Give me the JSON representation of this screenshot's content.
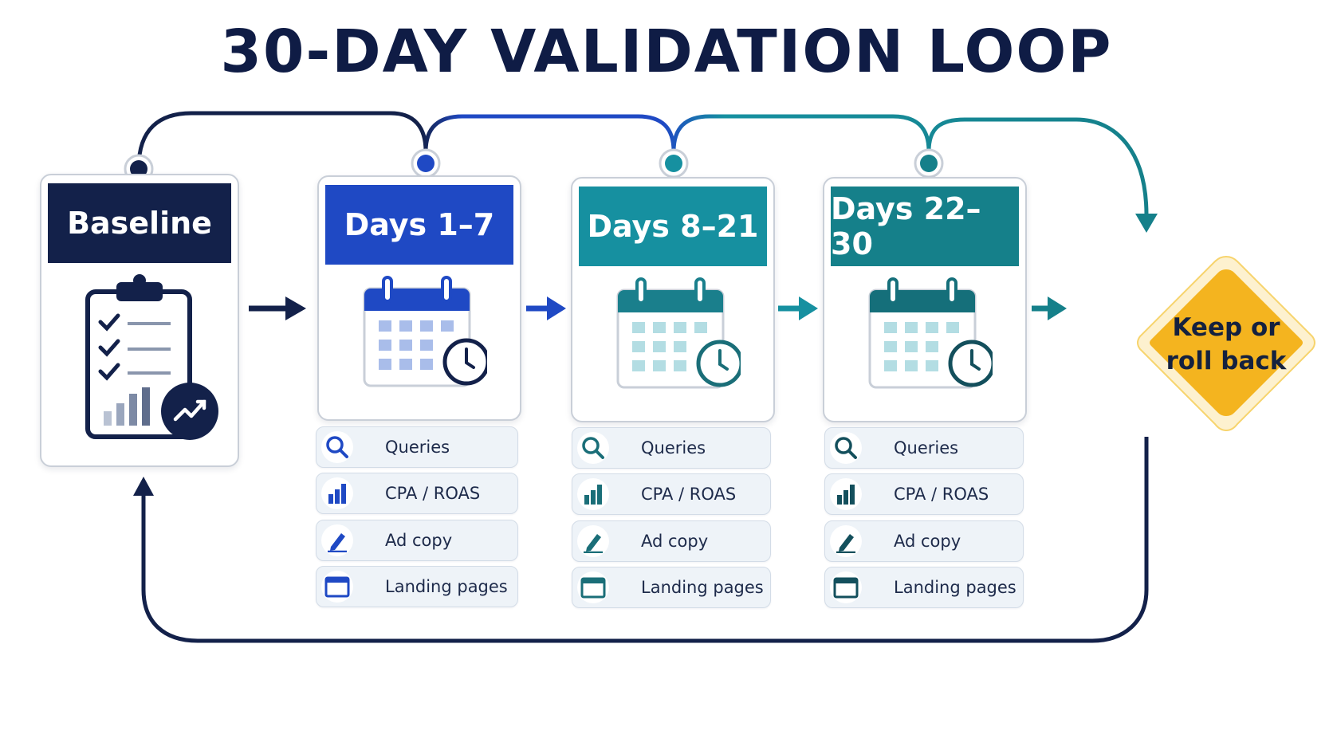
{
  "title": "30-DAY VALIDATION LOOP",
  "colors": {
    "navy": "#13214a",
    "blue": "#1f49c4",
    "teal": "#1690a0",
    "dark_teal": "#15808a",
    "gold": "#f4b41f",
    "panel": "#eef3f8"
  },
  "baseline": {
    "label": "Baseline",
    "icon": "clipboard-checklist-chart-icon"
  },
  "phases": [
    {
      "label": "Days 1–7",
      "icon": "calendar-clock-icon",
      "metrics": [
        {
          "label": "Queries",
          "icon": "search-icon"
        },
        {
          "label": "CPA / ROAS",
          "icon": "bar-chart-icon"
        },
        {
          "label": "Ad copy",
          "icon": "pencil-icon"
        },
        {
          "label": "Landing pages",
          "icon": "browser-window-icon"
        }
      ]
    },
    {
      "label": "Days 8–21",
      "icon": "calendar-clock-icon",
      "metrics": [
        {
          "label": "Queries",
          "icon": "search-icon"
        },
        {
          "label": "CPA / ROAS",
          "icon": "bar-chart-icon"
        },
        {
          "label": "Ad copy",
          "icon": "pencil-icon"
        },
        {
          "label": "Landing pages",
          "icon": "browser-window-icon"
        }
      ]
    },
    {
      "label": "Days 22–30",
      "icon": "calendar-clock-icon",
      "metrics": [
        {
          "label": "Queries",
          "icon": "search-icon"
        },
        {
          "label": "CPA / ROAS",
          "icon": "bar-chart-icon"
        },
        {
          "label": "Ad copy",
          "icon": "pencil-icon"
        },
        {
          "label": "Landing pages",
          "icon": "browser-window-icon"
        }
      ]
    }
  ],
  "decision": {
    "label": "Keep or\nroll back",
    "shape": "diamond"
  }
}
